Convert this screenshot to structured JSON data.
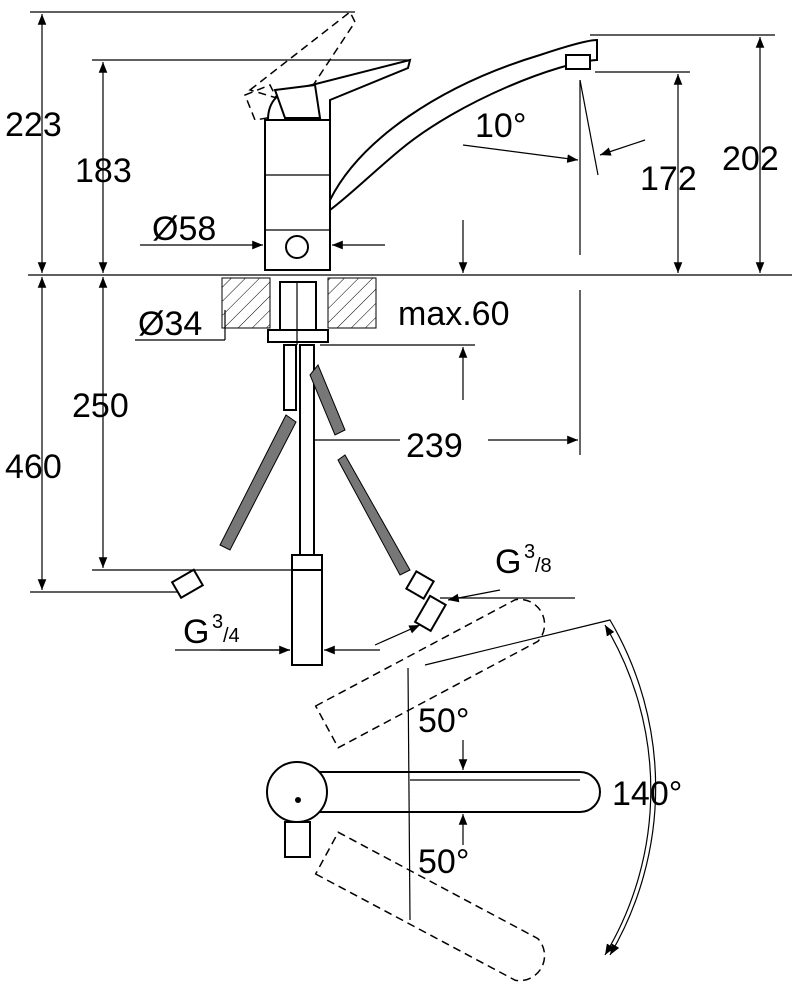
{
  "dimensions": {
    "height_total": "223",
    "height_body": "183",
    "body_diameter": "Ø58",
    "spout_angle": "10°",
    "spout_outlet_height": "172",
    "spout_height": "202",
    "hole_diameter": "Ø34",
    "max_thickness": "max.60",
    "below_deck": "250",
    "projection": "239",
    "total_below": "460",
    "swivel_left": "50°",
    "swivel_right": "50°",
    "swivel_total": "140°"
  },
  "connections": {
    "hose_thread_g": "G",
    "hose_thread_num": "3",
    "hose_thread_den": "/8",
    "supply_thread_g": "G",
    "supply_thread_num": "3",
    "supply_thread_den": "/4"
  }
}
